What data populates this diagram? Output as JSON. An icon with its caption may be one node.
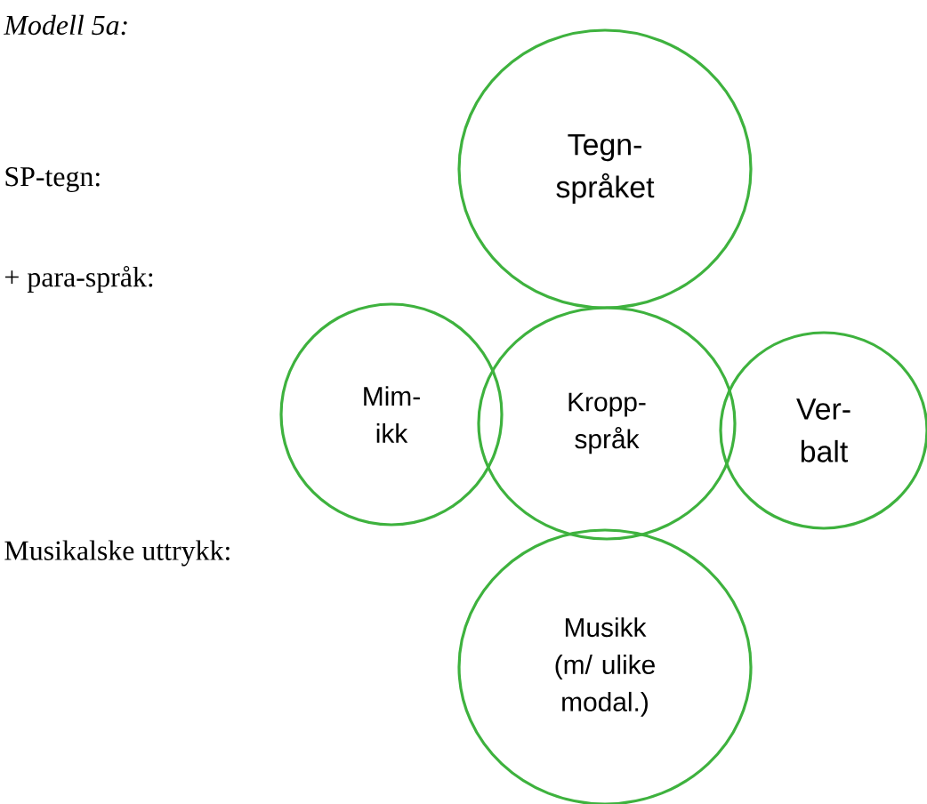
{
  "diagram": {
    "nodes": [
      {
        "text": [
          "Tegn- språket"
        ]
      },
      {
        "text": [
          "Mim- ikk"
        ]
      },
      {
        "text": [
          "Kropp- språk"
        ]
      },
      {
        "text": [
          "Ver- balt"
        ]
      },
      {
        "text": [
          "Musikk (m/ ulike modal.)"
        ]
      }
    ],
    "labels": [
      "Modell 5a:",
      "SP-tegn:",
      "+ para-språk:",
      "Musikalske uttrykk:"
    ]
  }
}
